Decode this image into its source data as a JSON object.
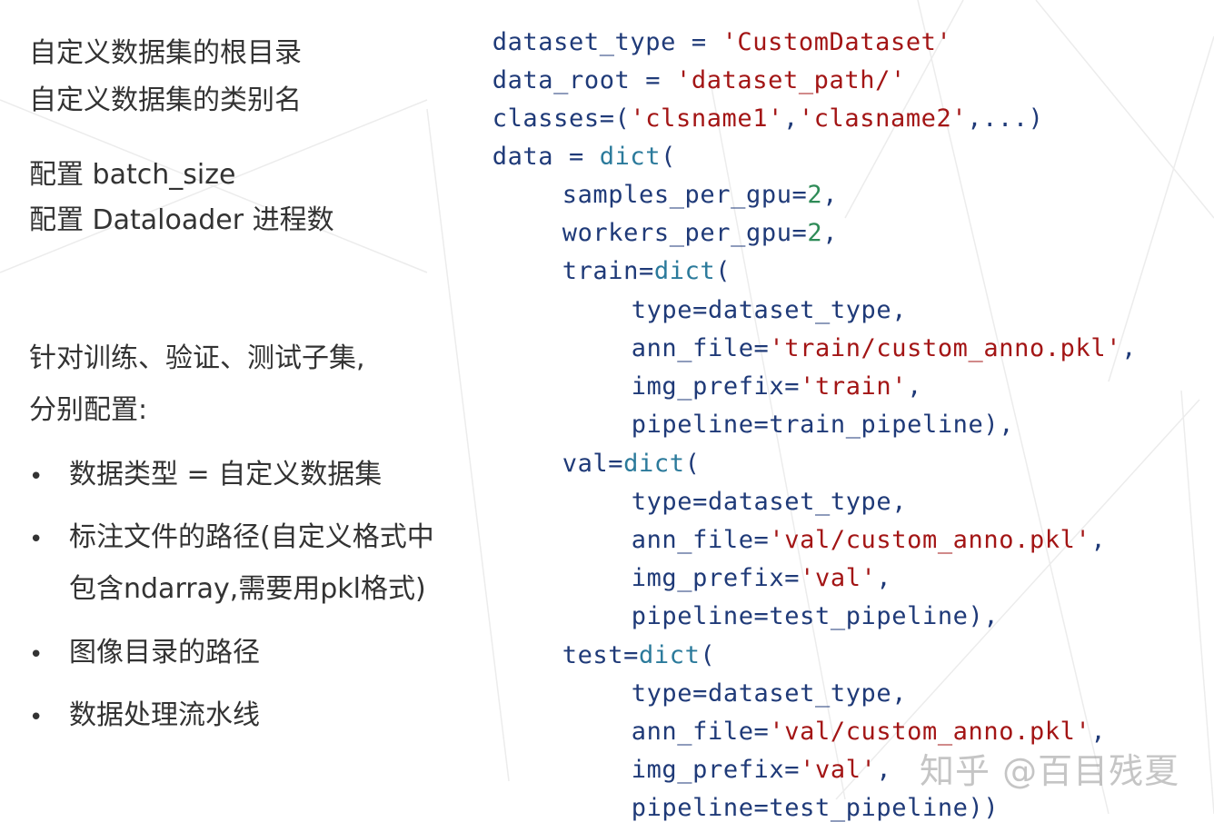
{
  "annotations": {
    "data_root": "自定义数据集的根目录",
    "classes": "自定义数据集的类别名",
    "batch_size": "配置 batch_size",
    "workers": "配置 Dataloader 进程数",
    "subsets_line1": "针对训练、验证、测试子集,",
    "subsets_line2": "分别配置:",
    "bullet_symbol": "•",
    "bullets": [
      {
        "line1": "数据类型 = 自定义数据集"
      },
      {
        "line1": "标注文件的路径(自定义格式中",
        "line2": "包含ndarray,需要用pkl格式)"
      },
      {
        "line1": "图像目录的路径"
      },
      {
        "line1": "数据处理流水线"
      }
    ]
  },
  "code": {
    "l1": [
      "dataset_type = ",
      "'CustomDataset'"
    ],
    "l2": [
      "data_root = ",
      "'dataset_path/'"
    ],
    "l3": [
      "classes=(",
      "'clsname1'",
      ",",
      "'clasname2'",
      ",...)"
    ],
    "l4": [
      "data = ",
      "dict",
      "("
    ],
    "l5": [
      "samples_per_gpu=",
      "2",
      ","
    ],
    "l6": [
      "workers_per_gpu=",
      "2",
      ","
    ],
    "l7": [
      "train=",
      "dict",
      "("
    ],
    "l8": [
      "type=dataset_type,"
    ],
    "l9": [
      "ann_file=",
      "'train/custom_anno.pkl'",
      ","
    ],
    "l10": [
      "img_prefix=",
      "'train'",
      ","
    ],
    "l11": [
      "pipeline=train_pipeline),"
    ],
    "l12": [
      "val=",
      "dict",
      "("
    ],
    "l13": [
      "type=dataset_type,"
    ],
    "l14": [
      "ann_file=",
      "'val/custom_anno.pkl'",
      ","
    ],
    "l15": [
      "img_prefix=",
      "'val'",
      ","
    ],
    "l16": [
      "pipeline=test_pipeline),"
    ],
    "l17": [
      "test=",
      "dict",
      "("
    ],
    "l18": [
      "type=dataset_type,"
    ],
    "l19": [
      "ann_file=",
      "'val/custom_anno.pkl'",
      ","
    ],
    "l20": [
      "img_prefix=",
      "'val'",
      ","
    ],
    "l21": [
      "pipeline=test_pipeline))"
    ]
  },
  "watermark": "知乎 @百目残夏",
  "colors": {
    "text": "#333333",
    "identifier": "#1f3a78",
    "string": "#a31515",
    "builtin": "#2b7a9b",
    "number": "#2e8b57"
  }
}
